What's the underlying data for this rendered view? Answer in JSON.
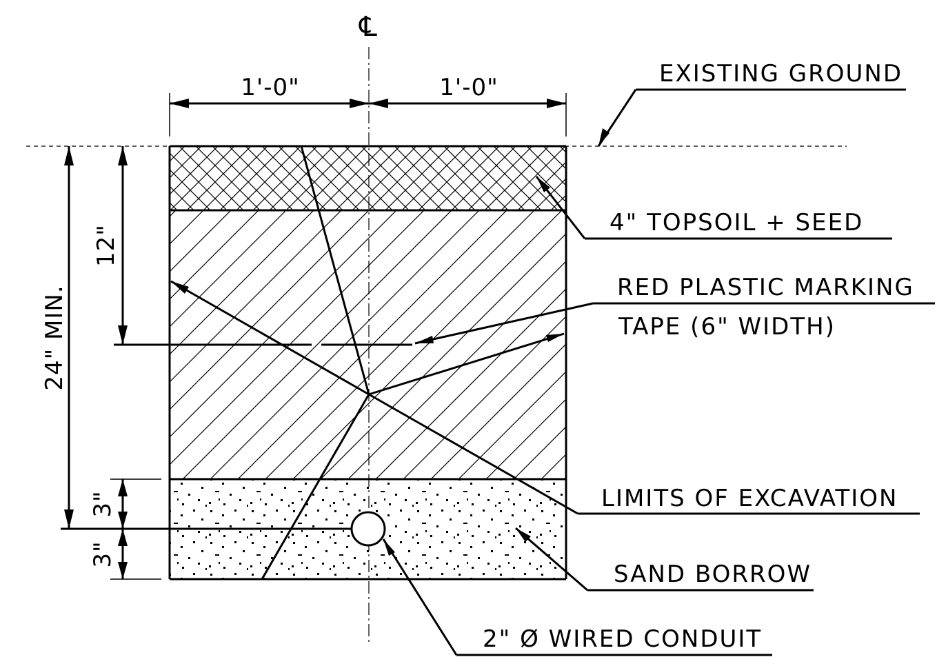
{
  "centerline_symbol": "℄",
  "dims": {
    "left_width": "1'-0\"",
    "right_width": "1'-0\"",
    "depth_total": "24\" MIN.",
    "depth_tape": "12\"",
    "sand_upper": "3\"",
    "sand_lower": "3\""
  },
  "labels": {
    "existing_ground": "EXISTING GROUND",
    "topsoil": "4\" TOPSOIL + SEED",
    "tape_line1": "RED PLASTIC MARKING",
    "tape_line2": "TAPE (6\" WIDTH)",
    "limits": "LIMITS OF EXCAVATION",
    "sand": "SAND BORROW",
    "conduit": "2\" Ø WIRED CONDUIT"
  }
}
